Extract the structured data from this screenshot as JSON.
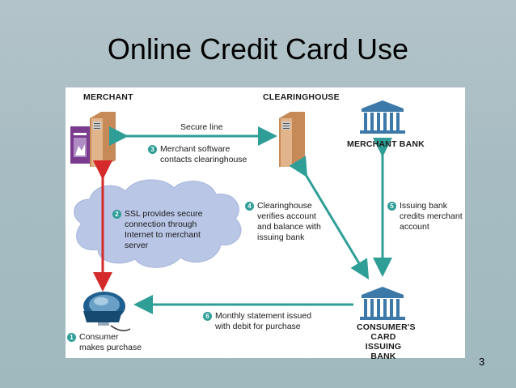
{
  "slide": {
    "title": "Online Credit Card Use",
    "page_number": "3"
  },
  "diagram": {
    "nodes": {
      "merchant": "MERCHANT",
      "clearinghouse": "CLEARINGHOUSE",
      "merchant_bank": "MERCHANT BANK",
      "consumer_bank_line1": "CONSUMER'S",
      "consumer_bank_line2": "CARD ISSUING",
      "consumer_bank_line3": "BANK"
    },
    "secure_line": "Secure line",
    "steps": [
      {
        "number": "1",
        "line1": "Consumer",
        "line2": "makes purchase"
      },
      {
        "number": "2",
        "line1": "SSL provides secure",
        "line2": "connection through",
        "line3": "Internet to merchant",
        "line4": "server"
      },
      {
        "number": "3",
        "line1": "Merchant software",
        "line2": "contacts clearinghouse"
      },
      {
        "number": "4",
        "line1": "Clearinghouse",
        "line2": "verifies account",
        "line3": "and balance with",
        "line4": "issuing bank"
      },
      {
        "number": "5",
        "line1": "Issuing bank",
        "line2": "credits merchant",
        "line3": "account"
      },
      {
        "number": "6",
        "line1": "Monthly statement issued",
        "line2": "with debit for purchase"
      }
    ],
    "colors": {
      "arrow_teal": "#2e9e97",
      "arrow_red": "#d42a2a",
      "cloud": "#b9c6e6",
      "server": "#d9a77b",
      "bank": "#3c78a8"
    }
  }
}
